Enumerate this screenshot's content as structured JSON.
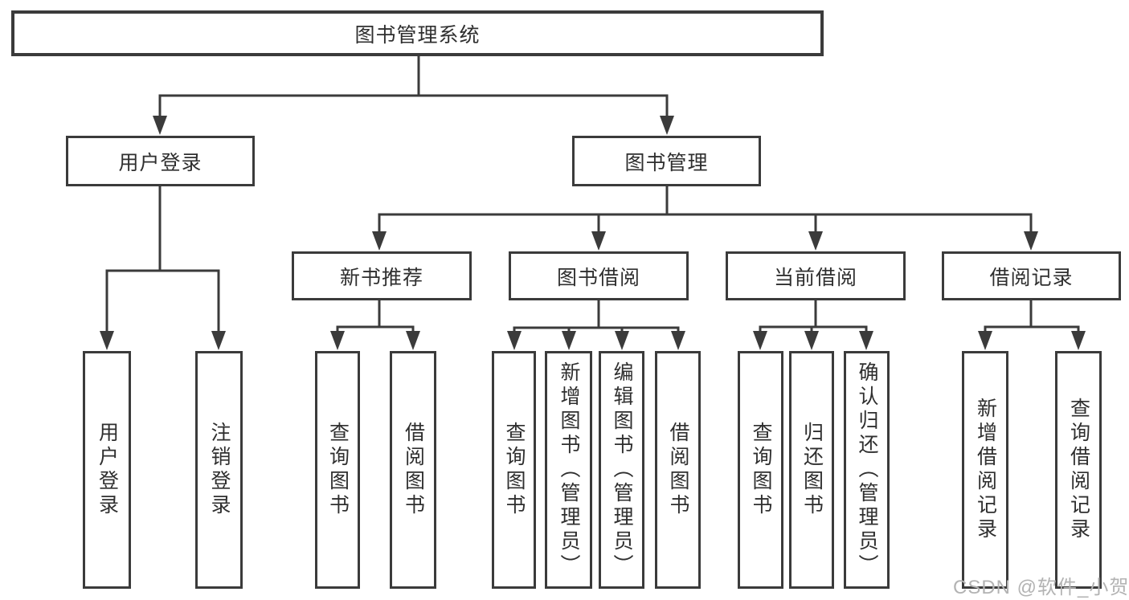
{
  "colors": {
    "line": "#3b3b3b",
    "text": "#2f2f2f",
    "watermark": "#b3b3b3",
    "background": "#ffffff"
  },
  "watermark": {
    "text": "CSDN @软件_小贺同学"
  },
  "tree": {
    "root": {
      "label": "图书管理系统"
    },
    "branches": [
      {
        "label": "用户登录",
        "children": [
          "用户登录",
          "注销登录"
        ]
      },
      {
        "label": "图书管理",
        "groups": [
          {
            "label": "新书推荐",
            "children": [
              "查询图书",
              "借阅图书"
            ]
          },
          {
            "label": "图书借阅",
            "children": [
              "查询图书",
              "新增图书（管理员）",
              "编辑图书（管理员）",
              "借阅图书"
            ]
          },
          {
            "label": "当前借阅",
            "children": [
              "查询图书",
              "归还图书",
              "确认归还（管理员）"
            ]
          },
          {
            "label": "借阅记录",
            "children": [
              "新增借阅记录",
              "查询借阅记录"
            ]
          }
        ]
      }
    ]
  }
}
